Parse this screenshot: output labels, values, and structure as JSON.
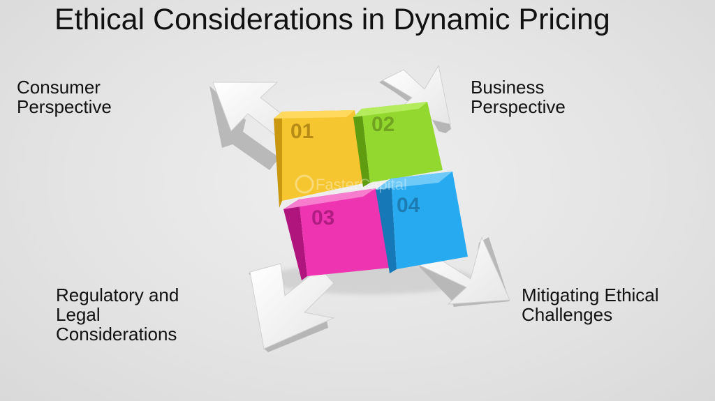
{
  "title": "Ethical Considerations in Dynamic Pricing",
  "labels": {
    "consumer": [
      "Consumer",
      "Perspective"
    ],
    "business": [
      "Business",
      "Perspective"
    ],
    "regulatory": [
      "Regulatory and",
      "Legal",
      "Considerations"
    ],
    "mitigating": [
      "Mitigating Ethical",
      "Challenges"
    ]
  },
  "cubes": {
    "c1": {
      "number": "01",
      "color": "#f6c630"
    },
    "c2": {
      "number": "02",
      "color": "#93d82f"
    },
    "c3": {
      "number": "03",
      "color": "#ee34b1"
    },
    "c4": {
      "number": "04",
      "color": "#28aaf0"
    }
  },
  "watermark": "FasterCapital"
}
